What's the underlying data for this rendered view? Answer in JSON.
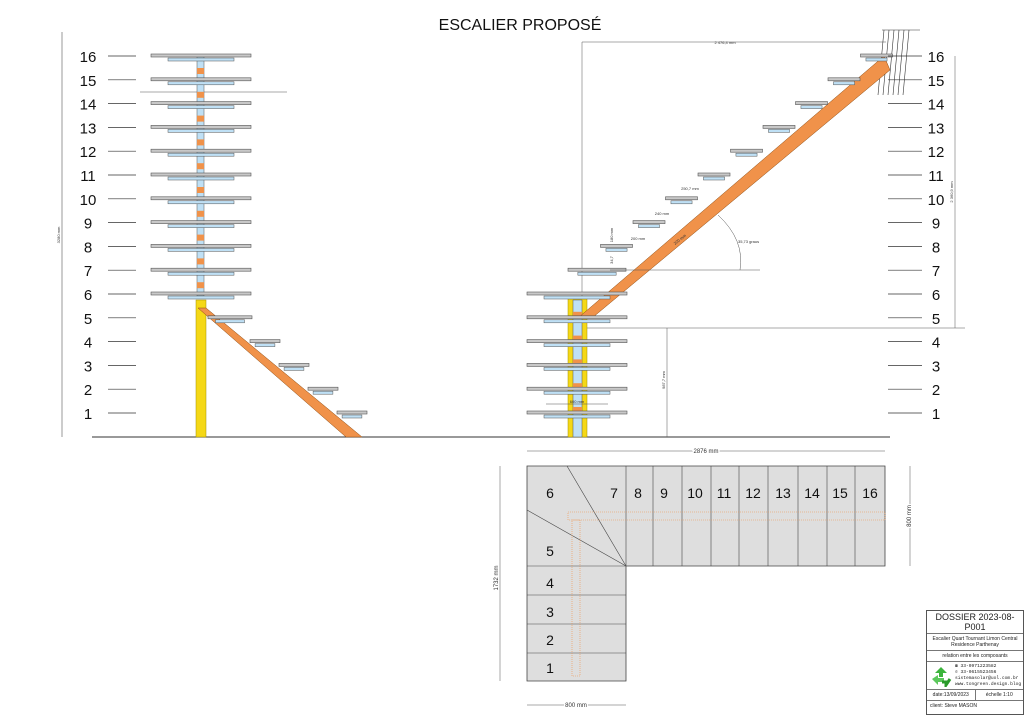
{
  "title": "ESCALIER  PROPOSÉ",
  "step_numbers": [
    "1",
    "2",
    "3",
    "4",
    "5",
    "6",
    "7",
    "8",
    "9",
    "10",
    "11",
    "12",
    "13",
    "14",
    "15",
    "16"
  ],
  "dimensions": {
    "total_height": "3280 mm",
    "run_length": "2 476,4 mm",
    "upper_height": "2 360,9 mm",
    "lower_height": "987,7 mm",
    "tread_width_lower": "600 mm",
    "tread_250": "250,7 mm",
    "tread_240": "240 mm",
    "tread_200": "200 mm",
    "angle": "35,73 graus",
    "stringer": "220 mm",
    "riser": "180 mm",
    "small": "34,7",
    "plan_width": "2876 mm",
    "plan_depth": "1732 mm",
    "plan_flight_width": "800 mm",
    "plan_bottom_width": "800 mm"
  },
  "colors": {
    "stringer": "#f0924a",
    "post": "#f5d816",
    "tread": "#c8c8c8",
    "support": "#bfe0f5",
    "plan": "#dedede"
  },
  "title_block": {
    "dossier": "DOSSIER 2023-08-P001",
    "description": "Escalier Quart Tournant Limon Central Residence Parthenay",
    "relation": "relation entre les composants",
    "phone1": "☎ 33-0971223582",
    "phone2": "✆ 33-0615523456",
    "email": "sistemasolar@uol.com.br",
    "website": "www.tongreen.design.blog",
    "date": "date:13/09/2023",
    "scale": "échelle 1:10",
    "client": "client: Steve MASON"
  }
}
